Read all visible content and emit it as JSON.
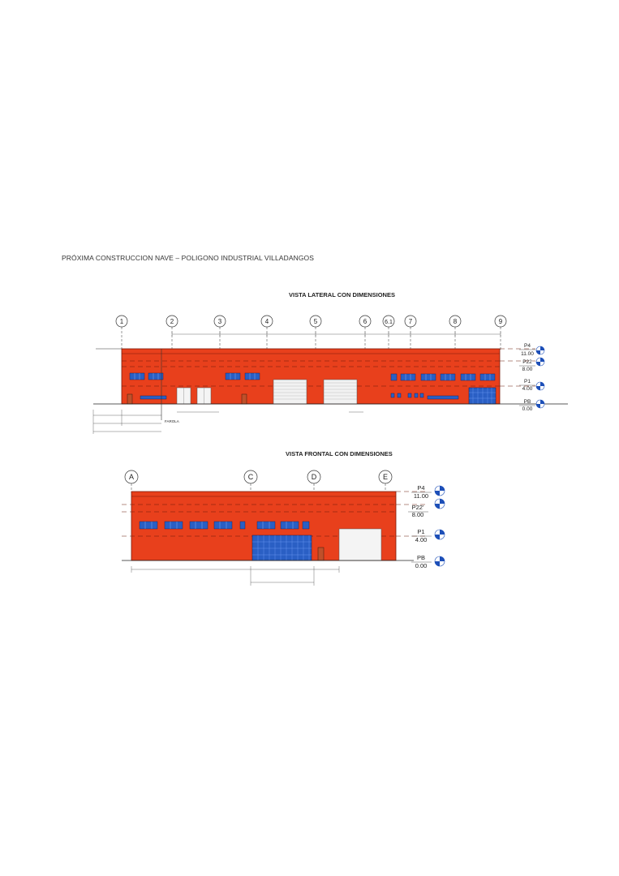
{
  "page_title": "PRÓXIMA CONSTRUCCION NAVE – POLIGONO INDUSTRIAL VILLADANGOS",
  "lateral": {
    "title": "VISTA LATERAL CON DIMENSIONES",
    "axes": [
      "1",
      "2",
      "3",
      "4",
      "5",
      "6",
      "6.1",
      "7",
      "8",
      "9"
    ],
    "levels": [
      {
        "name": "P4",
        "value": "11.00"
      },
      {
        "name": "P22",
        "value": "8.00"
      },
      {
        "name": "P1",
        "value": "4.00"
      },
      {
        "name": "PB",
        "value": "0.00"
      }
    ],
    "lamp_label": "FAROLA"
  },
  "frontal": {
    "title": "VISTA FRONTAL CON DIMENSIONES",
    "axes": [
      "A",
      "C",
      "D",
      "E"
    ],
    "levels": [
      {
        "name": "P4",
        "value": "11.00"
      },
      {
        "name": "P22'",
        "value": "8.00"
      },
      {
        "name": "P1",
        "value": "4.00"
      },
      {
        "name": "PB",
        "value": "0.00"
      }
    ]
  },
  "colors": {
    "facade": "#e8401c",
    "window": "#2a5fc4",
    "door_white": "#f4f4f4"
  }
}
